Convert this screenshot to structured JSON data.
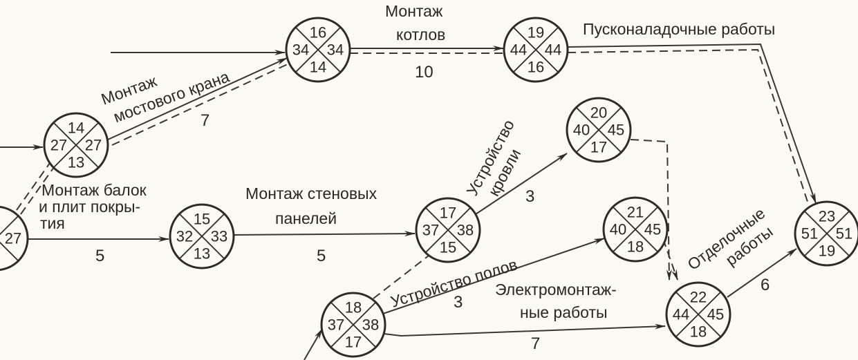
{
  "nodes": {
    "A": {
      "top": "14",
      "left": "27",
      "right": "27",
      "bottom": "13"
    },
    "B": {
      "top": "16",
      "left": "34",
      "right": "34",
      "bottom": "14"
    },
    "C": {
      "top": "19",
      "left": "44",
      "right": "44",
      "bottom": "16"
    },
    "D": {
      "top": "15",
      "left": "32",
      "right": "33",
      "bottom": "13"
    },
    "E": {
      "top": "17",
      "left": "37",
      "right": "38",
      "bottom": "15"
    },
    "F": {
      "top": "20",
      "left": "40",
      "right": "45",
      "bottom": "17"
    },
    "G": {
      "top": "21",
      "left": "40",
      "right": "45",
      "bottom": "18"
    },
    "H": {
      "top": "18",
      "left": "37",
      "right": "38",
      "bottom": "17"
    },
    "I": {
      "top": "22",
      "left": "44",
      "right": "45",
      "bottom": "18"
    },
    "J": {
      "top": "23",
      "left": "51",
      "right": "51",
      "bottom": "19"
    },
    "K": {
      "top": "",
      "left": "",
      "right": "27",
      "bottom": ""
    }
  },
  "activities": {
    "crane": {
      "line1": "Монтаж",
      "line2": "мостового крана",
      "duration": "7"
    },
    "boilers": {
      "line1": "Монтаж",
      "line2": "котлов",
      "duration": "10"
    },
    "commissioning": {
      "label": "Пусконаладочные работы"
    },
    "beams": {
      "line1": "Монтаж балок",
      "line2": "и плит покры-",
      "line3": "тия",
      "duration": "5"
    },
    "walls": {
      "line1": "Монтаж стеновых",
      "line2": "панелей",
      "duration": "5"
    },
    "roof": {
      "line1": "Устройство",
      "line2": "кровли",
      "duration": "3"
    },
    "floors": {
      "label": "Устройство полов",
      "duration": "3"
    },
    "electrical": {
      "line1": "Электромонтаж-",
      "line2": "ные работы",
      "duration": "7"
    },
    "finishing": {
      "line1": "Отделочные",
      "line2": "работы",
      "duration": "6"
    }
  }
}
